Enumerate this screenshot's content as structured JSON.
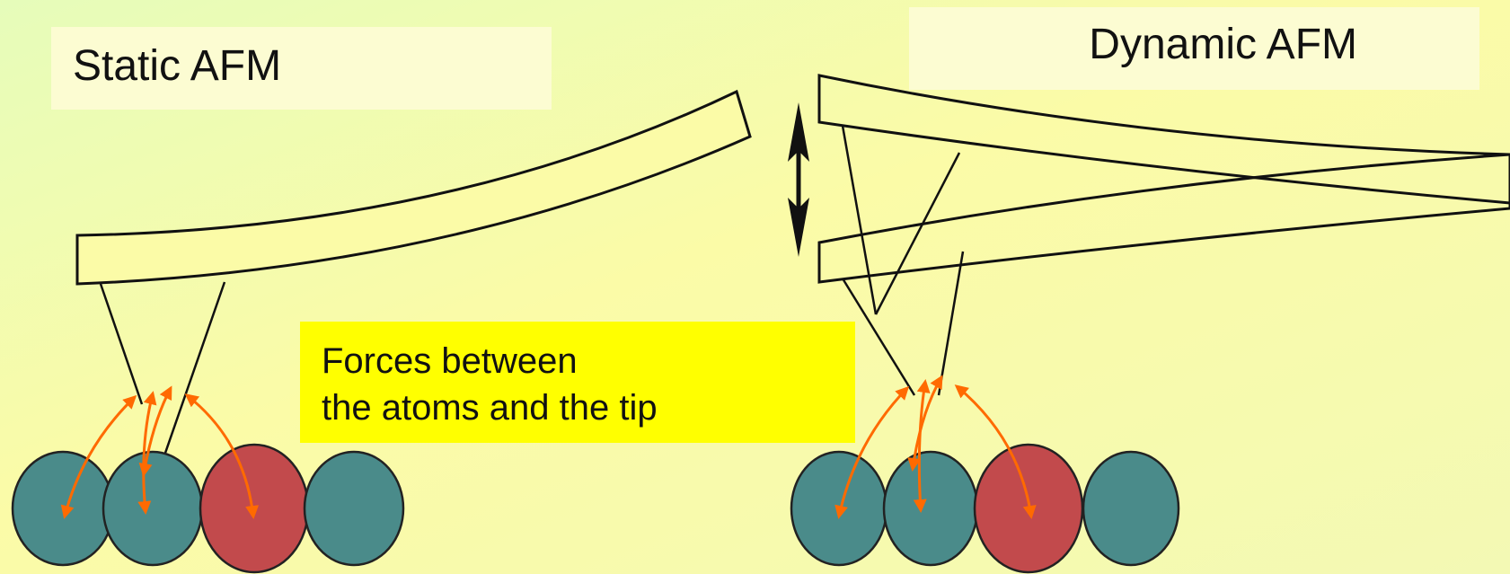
{
  "labels": {
    "static_title": "Static AFM",
    "dynamic_title": "Dynamic AFM",
    "forces_caption": "Forces between\nthe atoms and the tip"
  },
  "colors": {
    "background_start": "#e6fcba",
    "background_mid": "#fbfba7",
    "background_end": "#f4f9b0",
    "title_box": "#fcfcd2",
    "caption_box": "#ffff00",
    "atom_teal": "#4a8b8a",
    "atom_red": "#c24a4c",
    "force_arrow": "#ff6a00",
    "line": "#111111"
  },
  "diagram": {
    "panels": [
      {
        "name": "static-afm",
        "atoms": [
          "teal",
          "teal",
          "red",
          "teal"
        ]
      },
      {
        "name": "dynamic-afm",
        "atoms": [
          "teal",
          "teal",
          "red",
          "teal"
        ]
      }
    ],
    "motion_indicator": "double-headed-vertical-arrow"
  }
}
